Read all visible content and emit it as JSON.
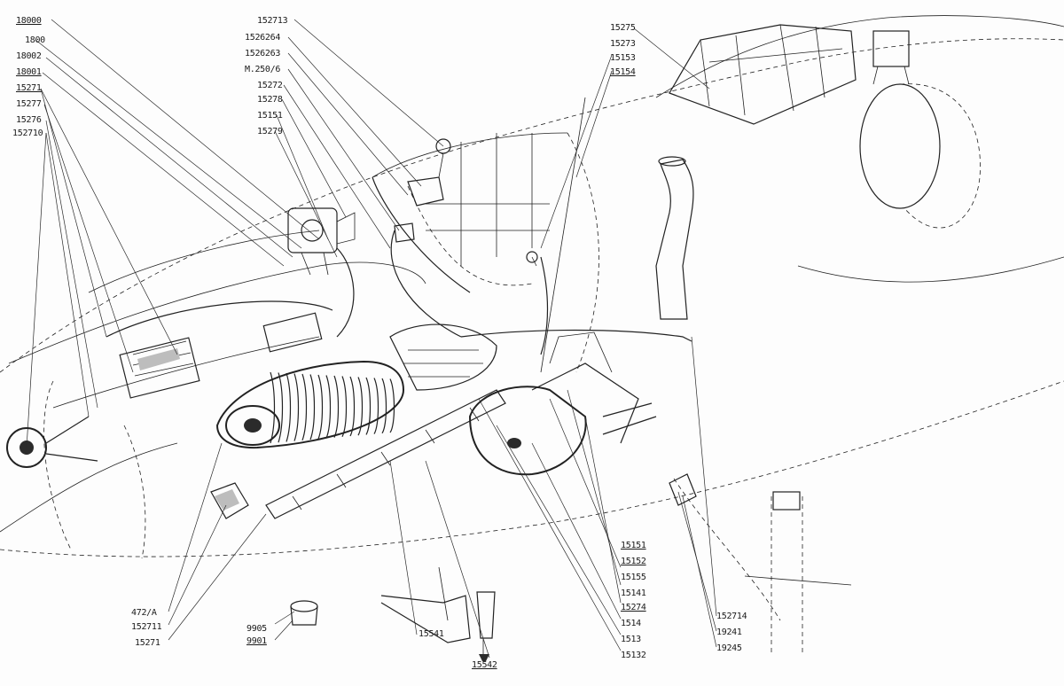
{
  "labels": {
    "l1": "18000",
    "l2": "1800",
    "l3": "18002",
    "l4": "18001",
    "l5": "15271",
    "l6": "15277",
    "l7": "15276",
    "l8": "152710",
    "l9": "152713",
    "l10": "1526264",
    "l11": "1526263",
    "l12": "M.250/6",
    "l13": "15272",
    "l14": "15278",
    "l15": "15151",
    "l16": "15279",
    "l17": "15275",
    "l18": "15273",
    "l19": "15153",
    "l20": "15154",
    "l21": "15151",
    "l22": "15152",
    "l23": "15155",
    "l24": "15141",
    "l25": "15274",
    "l26": "1514",
    "l27": "1513",
    "l28": "15132",
    "l29": "152714",
    "l30": "19241",
    "l31": "19245",
    "l32": "15541",
    "l33": "15542",
    "l34": "9905",
    "l35": "9901",
    "l36": "472/A",
    "l37": "152711",
    "l38": "15271"
  }
}
